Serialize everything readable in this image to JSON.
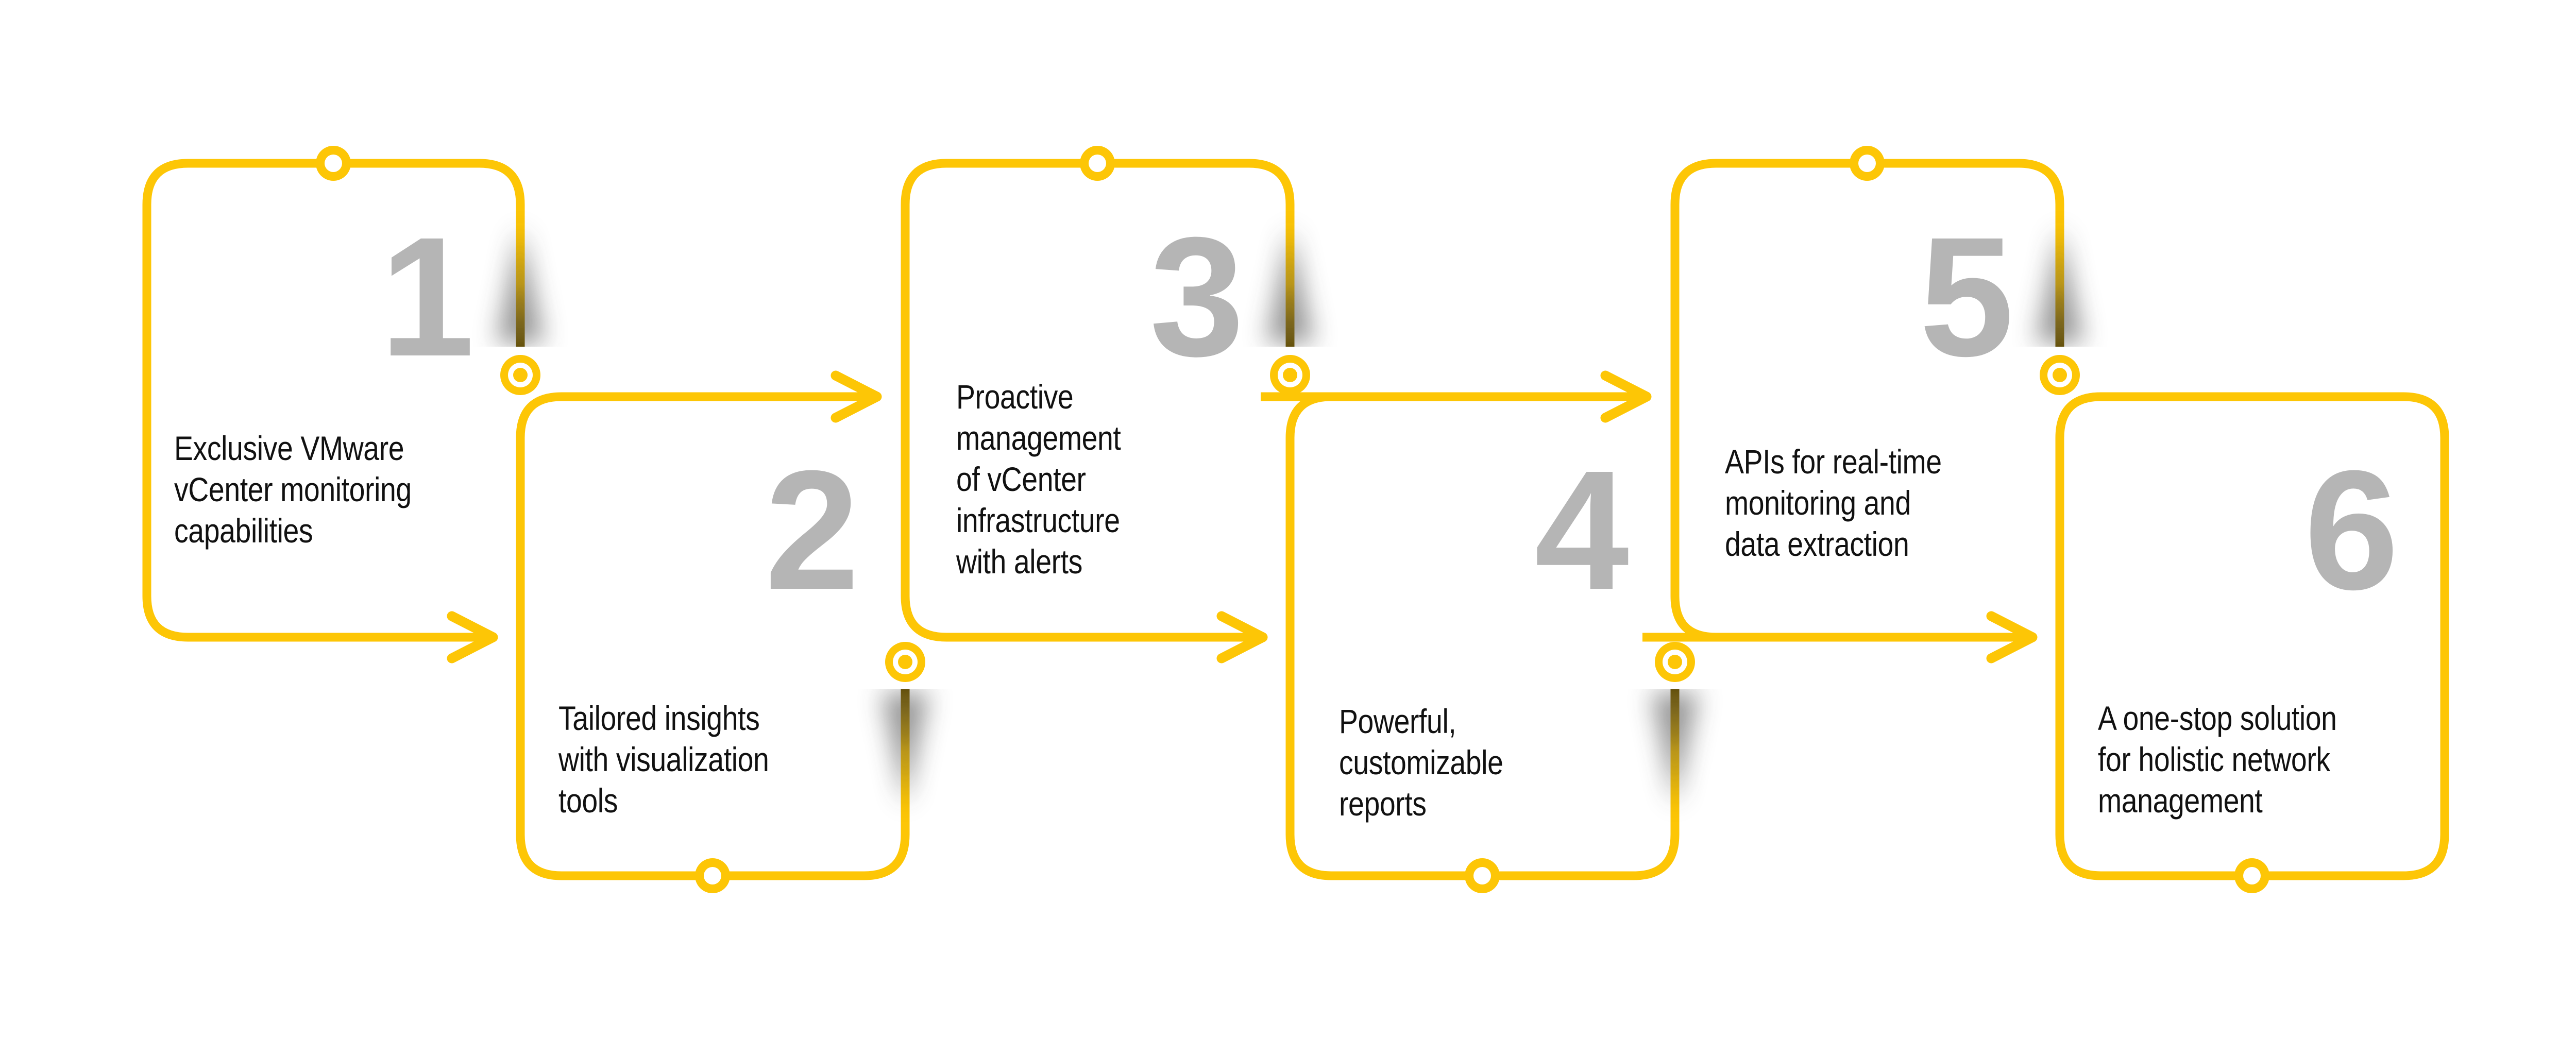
{
  "steps": [
    {
      "number": "1",
      "lines": [
        "Exclusive VMware",
        "vCenter monitoring",
        "capabilities"
      ]
    },
    {
      "number": "2",
      "lines": [
        "Tailored insights",
        "with visualization",
        "tools"
      ]
    },
    {
      "number": "3",
      "lines": [
        "Proactive",
        "management",
        "of vCenter",
        "infrastructure",
        "with alerts"
      ]
    },
    {
      "number": "4",
      "lines": [
        "Powerful,",
        "customizable",
        "reports"
      ]
    },
    {
      "number": "5",
      "lines": [
        "APIs for real-time",
        "monitoring and",
        "data extraction"
      ]
    },
    {
      "number": "6",
      "lines": [
        "A one-stop solution",
        "for holistic network",
        "management"
      ]
    }
  ],
  "colors": {
    "accent": "#FDC606",
    "fade_mid": "#C89B00",
    "fade_dark": "#6E5600",
    "shadow": "#3F3F3F",
    "number_gray": "#B5B5B5",
    "text": "#111111",
    "background": "#FFFFFF"
  }
}
